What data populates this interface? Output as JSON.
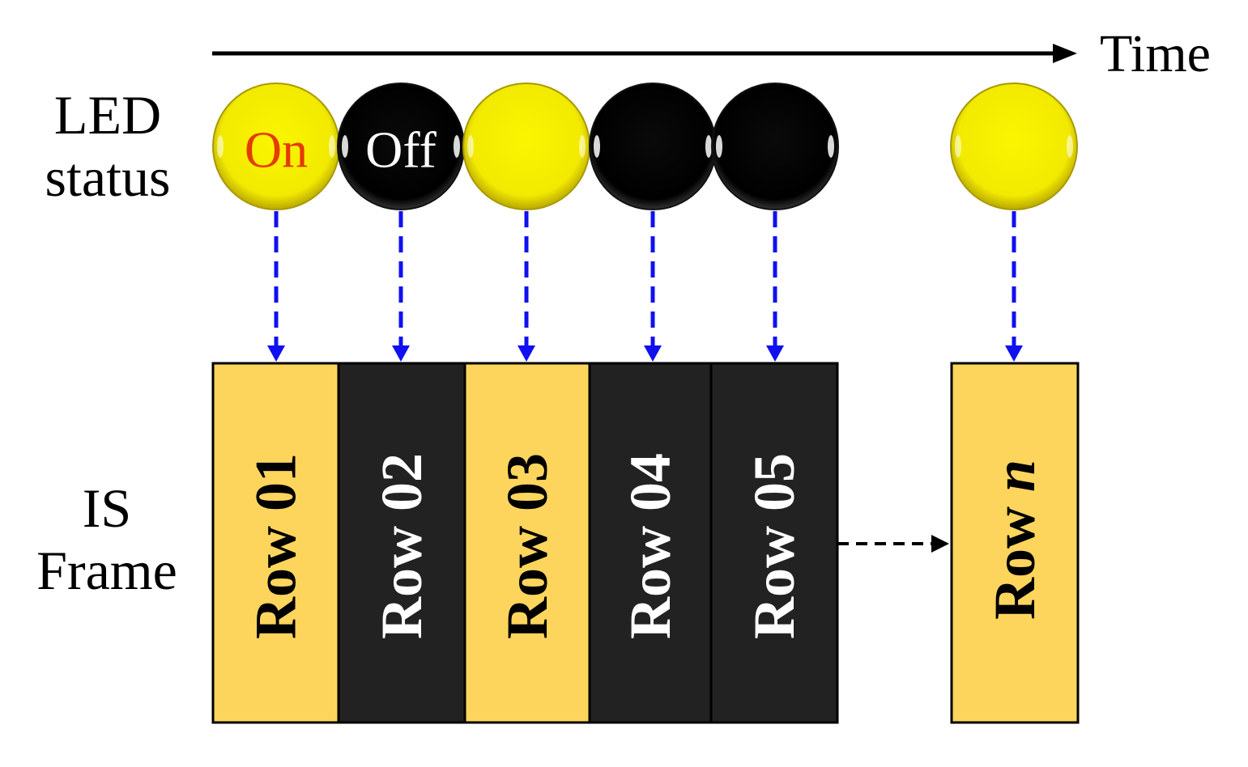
{
  "time_axis": {
    "label": "Time"
  },
  "led_label": {
    "line1": "LED",
    "line2": "status"
  },
  "is_label": {
    "line1": "IS",
    "line2": "Frame"
  },
  "leds": [
    {
      "state": "on",
      "text": "On",
      "text_color": "#e53a00"
    },
    {
      "state": "off",
      "text": "Off",
      "text_color": "#ffffff"
    },
    {
      "state": "on",
      "text": ""
    },
    {
      "state": "off",
      "text": ""
    },
    {
      "state": "off",
      "text": ""
    },
    {
      "state": "on",
      "text": ""
    }
  ],
  "rows": [
    {
      "label": "Row 01",
      "state": "on"
    },
    {
      "label": "Row 02",
      "state": "off"
    },
    {
      "label": "Row 03",
      "state": "on"
    },
    {
      "label": "Row 04",
      "state": "off"
    },
    {
      "label": "Row 05",
      "state": "off"
    },
    {
      "label": "Row ",
      "label_italic": "n",
      "state": "on"
    }
  ],
  "colors": {
    "led_on": "#f5ee00",
    "led_off": "#000000",
    "row_on": "#fdd55d",
    "row_off": "#222222",
    "row_on_text": "#000000",
    "row_off_text": "#ffffff",
    "dashed_connector": "#1010f0",
    "axis": "#000000"
  }
}
